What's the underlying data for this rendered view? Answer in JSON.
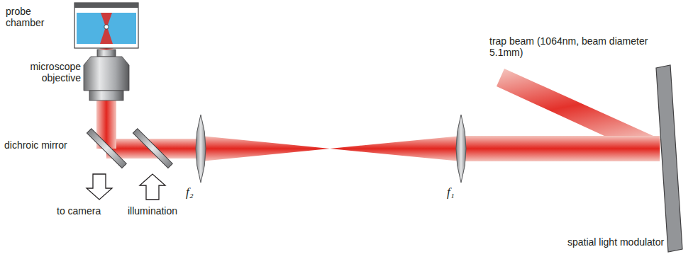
{
  "diagram": {
    "labels": [
      "probe chamber",
      "microscope objective",
      "dichroic mirror",
      "to camera",
      "illumination",
      "f₂",
      "f₁",
      "trap beam (1064nm, beam diameter 5.1mm)",
      "spatial light modulator"
    ]
  }
}
